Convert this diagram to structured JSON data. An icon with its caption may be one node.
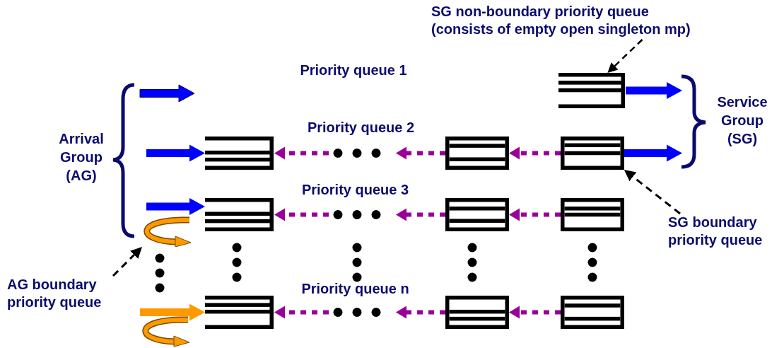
{
  "diagram": {
    "nodes": [
      {
        "text": [
          "SG non-boundary priority queue",
          "(consists of empty open singleton mp)"
        ]
      },
      {
        "text": [],
        "shape": "box"
      },
      {
        "text": [],
        "shape": "box"
      },
      {
        "text": [],
        "shape": "box"
      },
      {
        "text": [],
        "shape": "box"
      },
      {
        "text": [],
        "shape": "box"
      },
      {
        "text": [],
        "shape": "box"
      },
      {
        "text": [],
        "shape": "box"
      },
      {
        "text": [
          "SG boundary priority queue"
        ]
      },
      {
        "text": [],
        "shape": "arrow"
      },
      {
        "text": [
          "AG boundary priority queue"
        ]
      },
      {
        "text": [],
        "shape": "box"
      },
      {
        "text": [],
        "shape": "box"
      },
      {
        "text": [],
        "shape": "box"
      }
    ],
    "edges": [
      {
        "from": 0,
        "to": 1,
        "arrow": "to",
        "style": "dashed",
        "color": "#000000"
      },
      {
        "from": 8,
        "to": 4,
        "arrow": "to",
        "style": "dashed",
        "color": "#000000"
      },
      {
        "from": 10,
        "to": 9,
        "arrow": "to",
        "style": "dashed",
        "color": "#000000"
      },
      {
        "from": null,
        "to": 2,
        "arrow": "to",
        "style": "thick",
        "color": "#0000ff"
      },
      {
        "from": null,
        "to": 5,
        "arrow": "to",
        "style": "thick",
        "color": "#0000ff"
      },
      {
        "from": null,
        "to": 11,
        "arrow": "to",
        "style": "thick",
        "color": "#ff9900"
      },
      {
        "from": 1,
        "to": null,
        "arrow": "to",
        "style": "thick",
        "color": "#0000ff"
      },
      {
        "from": 4,
        "to": null,
        "arrow": "to",
        "style": "thick",
        "color": "#0000ff"
      },
      {
        "from": 4,
        "to": 3,
        "arrow": "to",
        "style": "dashed",
        "color": "#990099"
      },
      {
        "from": 3,
        "to": null,
        "arrow": "to",
        "style": "dashed",
        "color": "#990099"
      },
      {
        "from": null,
        "to": 2,
        "arrow": "to",
        "style": "dashed",
        "color": "#990099"
      },
      {
        "from": 7,
        "to": 6,
        "arrow": "to",
        "style": "dashed",
        "color": "#990099"
      },
      {
        "from": 6,
        "to": null,
        "arrow": "to",
        "style": "dashed",
        "color": "#990099"
      },
      {
        "from": null,
        "to": 5,
        "arrow": "to",
        "style": "dashed",
        "color": "#990099"
      },
      {
        "from": 13,
        "to": 12,
        "arrow": "to",
        "style": "dashed",
        "color": "#990099"
      },
      {
        "from": 12,
        "to": null,
        "arrow": "to",
        "style": "dashed",
        "color": "#990099"
      },
      {
        "from": null,
        "to": 11,
        "arrow": "to",
        "style": "dashed",
        "color": "#990099"
      }
    ],
    "labels": [
      "Priority queue 1",
      "Priority queue 2",
      "Priority queue 3",
      "Priority queue n",
      "Arrival Group (AG)",
      "Service Group (SG)"
    ]
  }
}
